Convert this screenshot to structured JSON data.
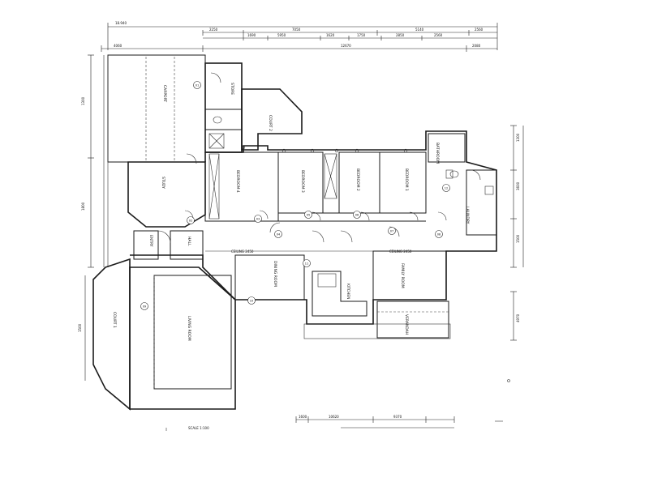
{
  "dimensions": {
    "top_overall": "18.940",
    "top_row_1": [
      "2250",
      "7050",
      "5140",
      "2560"
    ],
    "top_row_2": [
      "1690",
      "5950",
      "1620",
      "1750",
      "2850",
      "2560"
    ],
    "top_row_3": [
      "4060",
      "12670",
      "2080"
    ],
    "left_col": [
      "1300",
      "1800",
      "1500"
    ],
    "right_col": [
      "1300",
      "3600",
      "1500",
      "4970"
    ],
    "bottom_row": [
      "1600",
      "10620",
      "9370"
    ]
  },
  "rooms": {
    "carport": "CARPORT",
    "store": "STORE",
    "court_2": "COURT 2",
    "bedroom_4": "BEDROOM 4",
    "study": "STUDY",
    "bedroom_3": "BEDROOM 3",
    "bedroom_2": "BEDROOM 2",
    "bedroom_1": "BEDROOM 1",
    "bathroom": "BATHROOM",
    "laundry": "LAUNDRY",
    "entry": "ENTRY",
    "hall": "HALL",
    "dining_room": "DINING ROOM",
    "kitchen": "KITCHEN",
    "family_room": "FAMILY ROOM",
    "court_1": "COURT 1",
    "living_room": "LIVING ROOM",
    "verandah": "VERANDAH"
  },
  "notes": {
    "ceiling_1": "CEILING 2450",
    "ceiling_2": "CEILING 2450",
    "scale_note": "SCALE 1:100"
  },
  "markers": [
    "01",
    "02",
    "03",
    "04",
    "05",
    "06",
    "07",
    "08",
    "09",
    "10",
    "11",
    "12"
  ]
}
